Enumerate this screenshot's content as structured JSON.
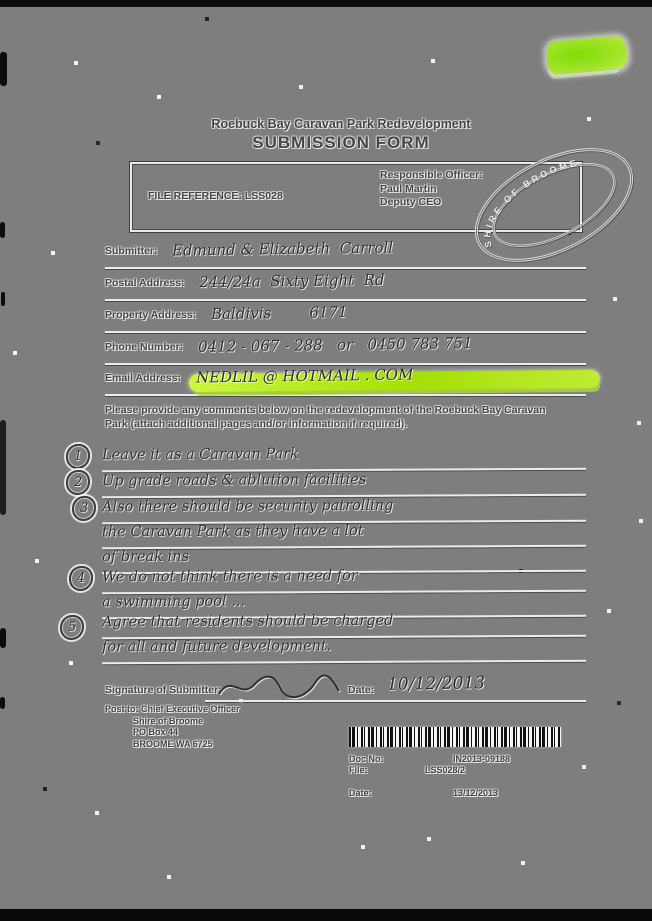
{
  "header": {
    "title": "Roebuck Bay Caravan Park Redevelopment",
    "subtitle": "SUBMISSION FORM"
  },
  "reference_box": {
    "file_reference_label": "FILE REFERENCE:",
    "file_reference_value": "LSS028",
    "responsible_officer_label": "Responsible Officer:",
    "officer_name": "Paul Martin",
    "officer_title": "Deputy CEO"
  },
  "stamp": {
    "ring_text": "SHIRE OF BROOME"
  },
  "fields": [
    {
      "label": "Submitter:",
      "value": "Edmund & Elizabeth  Carroll"
    },
    {
      "label": "Postal Address:",
      "value": "244/24a  Sixty Eight  Rd"
    },
    {
      "label": "Property Address:",
      "value": "Baldivis        6171"
    },
    {
      "label": "Phone Number:",
      "value": "0412 - 067 - 288   or   0450 783 751"
    },
    {
      "label": "Email Address:",
      "value": "NEDLIL @ HOTMAIL . COM"
    }
  ],
  "instructions": "Please provide any comments below on the redevelopment of the Roebuck Bay Caravan Park (attach additional pages and/or information if required).",
  "comments": [
    {
      "number": "1",
      "lines": [
        "Leave it as a Caravan Park"
      ]
    },
    {
      "number": "2",
      "lines": [
        "Up grade roads & ablution facilities"
      ]
    },
    {
      "number": "3",
      "lines": [
        "Also there should be security patrolling",
        "the Caravan Park as they have a lot",
        "of break ins"
      ]
    },
    {
      "number": "4",
      "lines": [
        "We do not think there is a need for",
        "a swimming pool ..."
      ]
    },
    {
      "number": "5",
      "lines": [
        "Agree that residents should be charged",
        "for all and future development."
      ]
    }
  ],
  "signature": {
    "label": "Signature of Submitter:",
    "date_label": "Date:",
    "date_value": "10/12/2013"
  },
  "post_to": {
    "line1": "Post to: Chief Executive Officer",
    "line2": "Shire of Broome",
    "line3": "PO Box 44",
    "line4": "BROOME WA 6725"
  },
  "received": {
    "doc_no_label": "Doc No:",
    "doc_no_value": "IN2013-09188",
    "file_label": "File:",
    "file_value": "LSS028/2",
    "date_label": "Date:",
    "date_value": "13/12/2013"
  }
}
